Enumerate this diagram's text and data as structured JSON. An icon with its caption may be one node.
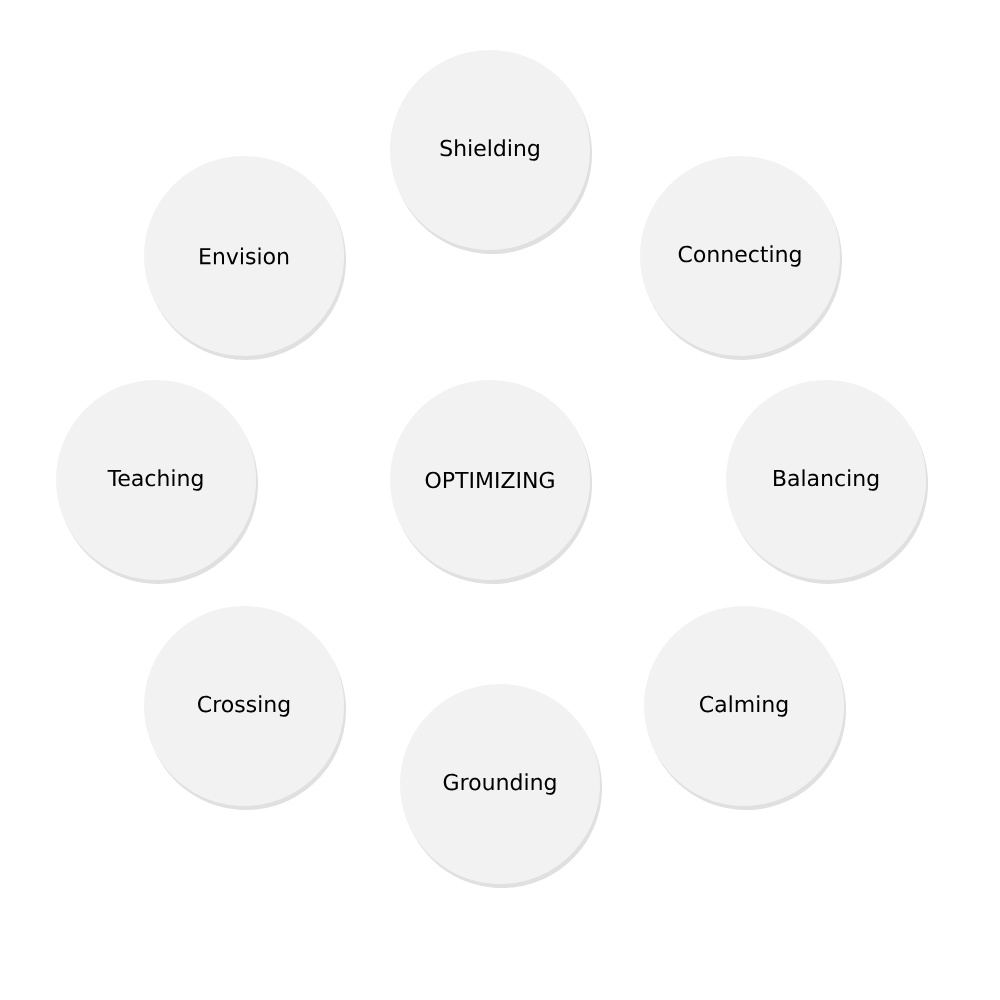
{
  "diagram": {
    "nodes": [
      {
        "text": [
          "Shielding"
        ]
      },
      {
        "text": [
          "Envision"
        ]
      },
      {
        "text": [
          "Connecting"
        ]
      },
      {
        "text": [
          "Teaching"
        ]
      },
      {
        "text": [
          "OPTIMIZING"
        ]
      },
      {
        "text": [
          "Balancing"
        ]
      },
      {
        "text": [
          "Crossing"
        ]
      },
      {
        "text": [
          "Calming"
        ]
      },
      {
        "text": [
          "Grounding"
        ]
      }
    ]
  }
}
